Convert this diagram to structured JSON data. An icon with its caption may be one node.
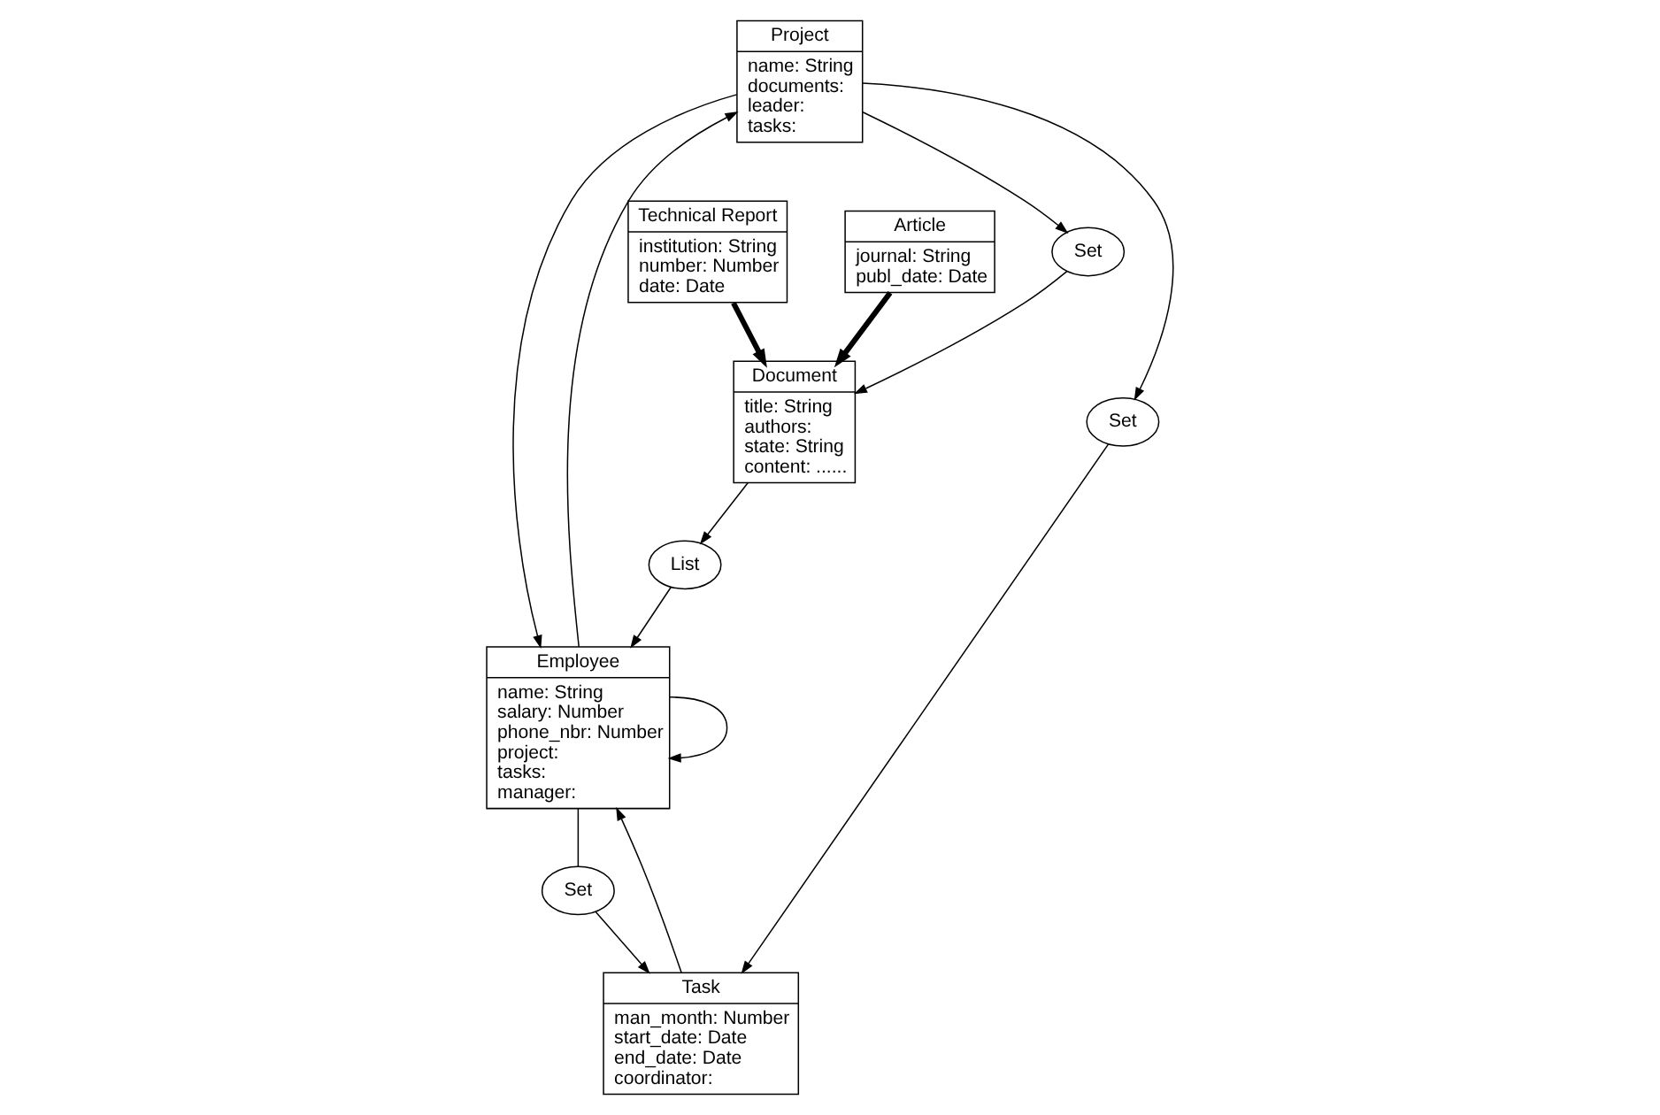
{
  "diagram": {
    "nodes": [
      {
        "text": [
          "Project",
          "name: String",
          "documents:",
          "leader:",
          "tasks:"
        ]
      },
      {
        "text": [
          "Set"
        ]
      },
      {
        "text": [
          "Document",
          "title: String",
          "authors:",
          "state: String",
          "content: ......"
        ]
      },
      {
        "text": [
          "Technical Report",
          "institution: String",
          "number: Number",
          "date: Date"
        ]
      },
      {
        "text": [
          "Article",
          "journal: String",
          "publ_date: Date"
        ]
      },
      {
        "text": [
          "Set"
        ]
      },
      {
        "text": [
          "List"
        ]
      },
      {
        "text": [
          "Task",
          "man_month: Number",
          "start_date: Date",
          "end_date: Date",
          "coordinator:"
        ]
      },
      {
        "text": [
          "Employee",
          "name: String",
          "salary: Number",
          "phone_nbr: Number",
          "project:",
          "tasks:",
          "manager:"
        ]
      },
      {
        "text": [
          "Set"
        ]
      }
    ],
    "edges": [
      {
        "from": 0,
        "to": 1,
        "arrow": "to"
      },
      {
        "from": 1,
        "to": 2,
        "arrow": "to"
      },
      {
        "from": 3,
        "to": 2,
        "arrow": "to",
        "style": "thick"
      },
      {
        "from": 4,
        "to": 2,
        "arrow": "to",
        "style": "thick"
      },
      {
        "from": 0,
        "to": 8,
        "arrow": "to"
      },
      {
        "from": 0,
        "to": 5,
        "arrow": "to"
      },
      {
        "from": 2,
        "to": 6,
        "arrow": "to"
      },
      {
        "from": 5,
        "to": 7,
        "arrow": "to"
      },
      {
        "from": 6,
        "to": 8,
        "arrow": "to"
      },
      {
        "from": 7,
        "to": 8,
        "arrow": "to"
      },
      {
        "from": 8,
        "to": 0,
        "arrow": "to"
      },
      {
        "from": 8,
        "to": 9,
        "arrow": "none"
      },
      {
        "from": 8,
        "to": 8,
        "arrow": "to"
      },
      {
        "from": 9,
        "to": 7,
        "arrow": "to"
      }
    ]
  }
}
